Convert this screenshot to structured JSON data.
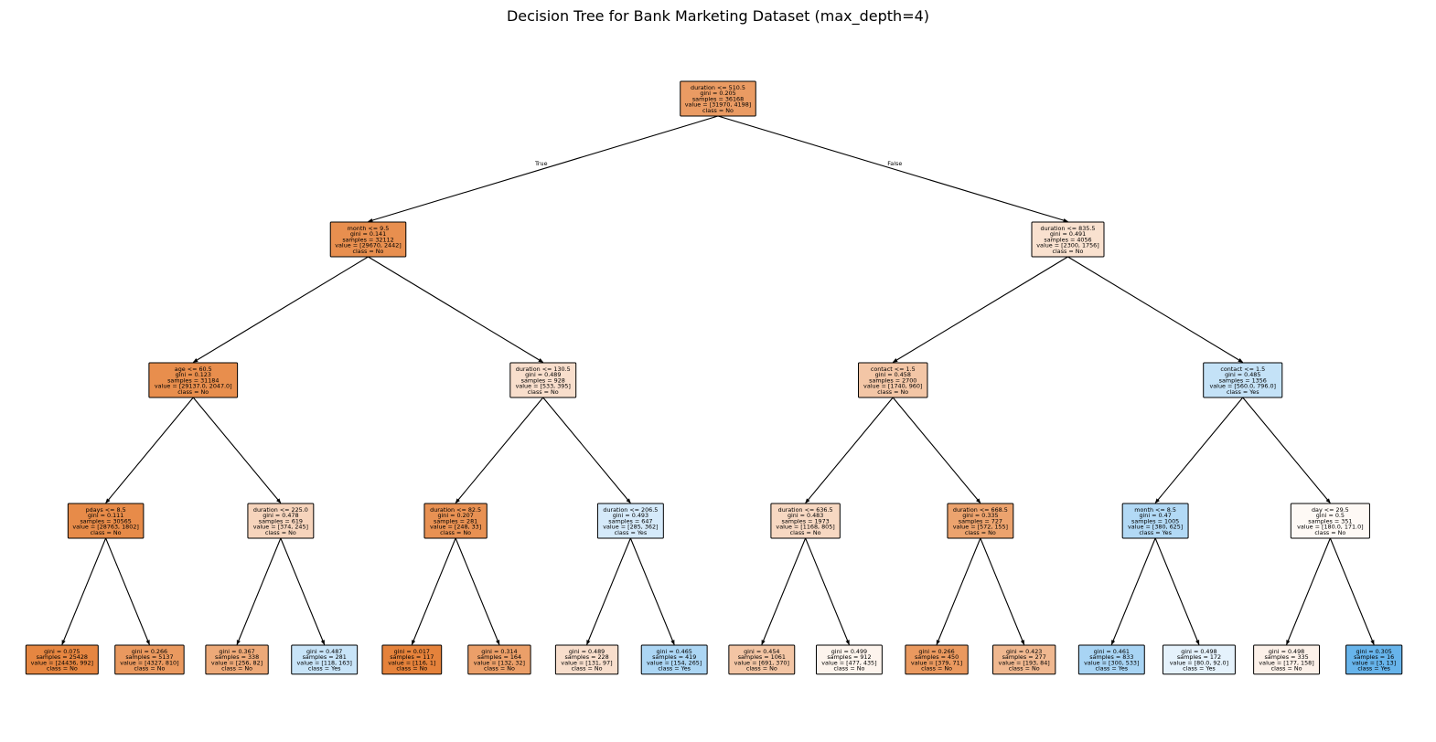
{
  "title": "Decision Tree for Bank Marketing Dataset (max_depth=4)",
  "colors": {
    "no": "#e58139",
    "yes": "#399de5"
  },
  "edge_labels": {
    "left": "True",
    "right": "False"
  },
  "tree": {
    "lines": [
      "duration <= 510.5",
      "gini = 0.205",
      "samples = 36168",
      "value = [31970, 4198]",
      "class = No"
    ],
    "class": "No",
    "purity": 0.79,
    "children": [
      {
        "lines": [
          "month <= 9.5",
          "gini = 0.141",
          "samples = 32112",
          "value = [29670, 2442]",
          "class = No"
        ],
        "class": "No",
        "purity": 0.89,
        "children": [
          {
            "lines": [
              "age <= 60.5",
              "gini = 0.123",
              "samples = 31184",
              "value = [29137.0, 2047.0]",
              "class = No"
            ],
            "class": "No",
            "purity": 0.9,
            "children": [
              {
                "lines": [
                  "pdays <= 8.5",
                  "gini = 0.111",
                  "samples = 30565",
                  "value = [28763, 1802]",
                  "class = No"
                ],
                "class": "No",
                "purity": 0.92,
                "children": [
                  {
                    "lines": [
                      "gini = 0.075",
                      "samples = 25428",
                      "value = [24436, 992]",
                      "class = No"
                    ],
                    "class": "No",
                    "purity": 0.96,
                    "children": []
                  },
                  {
                    "lines": [
                      "gini = 0.266",
                      "samples = 5137",
                      "value = [4327, 810]",
                      "class = No"
                    ],
                    "class": "No",
                    "purity": 0.81,
                    "children": []
                  }
                ]
              },
              {
                "lines": [
                  "duration <= 225.0",
                  "gini = 0.478",
                  "samples = 619",
                  "value = [374, 245]",
                  "class = No"
                ],
                "class": "No",
                "purity": 0.34,
                "children": [
                  {
                    "lines": [
                      "gini = 0.367",
                      "samples = 338",
                      "value = [256, 82]",
                      "class = No"
                    ],
                    "class": "No",
                    "purity": 0.68,
                    "children": []
                  },
                  {
                    "lines": [
                      "gini = 0.487",
                      "samples = 281",
                      "value = [118, 163]",
                      "class = Yes"
                    ],
                    "class": "Yes",
                    "purity": 0.28,
                    "children": []
                  }
                ]
              }
            ]
          },
          {
            "lines": [
              "duration <= 130.5",
              "gini = 0.489",
              "samples = 928",
              "value = [533, 395]",
              "class = No"
            ],
            "class": "No",
            "purity": 0.26,
            "children": [
              {
                "lines": [
                  "duration <= 82.5",
                  "gini = 0.207",
                  "samples = 281",
                  "value = [248, 33]",
                  "class = No"
                ],
                "class": "No",
                "purity": 0.87,
                "children": [
                  {
                    "lines": [
                      "gini = 0.017",
                      "samples = 117",
                      "value = [116, 1]",
                      "class = No"
                    ],
                    "class": "No",
                    "purity": 0.99,
                    "children": []
                  },
                  {
                    "lines": [
                      "gini = 0.314",
                      "samples = 164",
                      "value = [132, 32]",
                      "class = No"
                    ],
                    "class": "No",
                    "purity": 0.76,
                    "children": []
                  }
                ]
              },
              {
                "lines": [
                  "duration <= 206.5",
                  "gini = 0.493",
                  "samples = 647",
                  "value = [285, 362]",
                  "class = Yes"
                ],
                "class": "Yes",
                "purity": 0.21,
                "children": [
                  {
                    "lines": [
                      "gini = 0.489",
                      "samples = 228",
                      "value = [131, 97]",
                      "class = No"
                    ],
                    "class": "No",
                    "purity": 0.26,
                    "children": []
                  },
                  {
                    "lines": [
                      "gini = 0.465",
                      "samples = 419",
                      "value = [154, 265]",
                      "class = Yes"
                    ],
                    "class": "Yes",
                    "purity": 0.42,
                    "children": []
                  }
                ]
              }
            ]
          }
        ]
      },
      {
        "lines": [
          "duration <= 835.5",
          "gini = 0.491",
          "samples = 4056",
          "value = [2300, 1756]",
          "class = No"
        ],
        "class": "No",
        "purity": 0.24,
        "children": [
          {
            "lines": [
              "contact <= 1.5",
              "gini = 0.458",
              "samples = 2700",
              "value = [1740, 960]",
              "class = No"
            ],
            "class": "No",
            "purity": 0.45,
            "children": [
              {
                "lines": [
                  "duration <= 636.5",
                  "gini = 0.483",
                  "samples = 1973",
                  "value = [1168, 805]",
                  "class = No"
                ],
                "class": "No",
                "purity": 0.31,
                "children": [
                  {
                    "lines": [
                      "gini = 0.454",
                      "samples = 1061",
                      "value = [691, 370]",
                      "class = No"
                    ],
                    "class": "No",
                    "purity": 0.46,
                    "children": []
                  },
                  {
                    "lines": [
                      "gini = 0.499",
                      "samples = 912",
                      "value = [477, 435]",
                      "class = No"
                    ],
                    "class": "No",
                    "purity": 0.09,
                    "children": []
                  }
                ]
              },
              {
                "lines": [
                  "duration <= 668.5",
                  "gini = 0.335",
                  "samples = 727",
                  "value = [572, 155]",
                  "class = No"
                ],
                "class": "No",
                "purity": 0.73,
                "children": [
                  {
                    "lines": [
                      "gini = 0.266",
                      "samples = 450",
                      "value = [379, 71]",
                      "class = No"
                    ],
                    "class": "No",
                    "purity": 0.81,
                    "children": []
                  },
                  {
                    "lines": [
                      "gini = 0.423",
                      "samples = 277",
                      "value = [193, 84]",
                      "class = No"
                    ],
                    "class": "No",
                    "purity": 0.56,
                    "children": []
                  }
                ]
              }
            ]
          },
          {
            "lines": [
              "contact <= 1.5",
              "gini = 0.485",
              "samples = 1356",
              "value = [560.0, 796.0]",
              "class = Yes"
            ],
            "class": "Yes",
            "purity": 0.3,
            "children": [
              {
                "lines": [
                  "month <= 8.5",
                  "gini = 0.47",
                  "samples = 1005",
                  "value = [380, 625]",
                  "class = Yes"
                ],
                "class": "Yes",
                "purity": 0.39,
                "children": [
                  {
                    "lines": [
                      "gini = 0.461",
                      "samples = 833",
                      "value = [300, 533]",
                      "class = Yes"
                    ],
                    "class": "Yes",
                    "purity": 0.44,
                    "children": []
                  },
                  {
                    "lines": [
                      "gini = 0.498",
                      "samples = 172",
                      "value = [80.0, 92.0]",
                      "class = Yes"
                    ],
                    "class": "Yes",
                    "purity": 0.13,
                    "children": []
                  }
                ]
              },
              {
                "lines": [
                  "day <= 29.5",
                  "gini = 0.5",
                  "samples = 351",
                  "value = [180.0, 171.0]",
                  "class = No"
                ],
                "class": "No",
                "purity": 0.05,
                "children": [
                  {
                    "lines": [
                      "gini = 0.498",
                      "samples = 335",
                      "value = [177, 158]",
                      "class = No"
                    ],
                    "class": "No",
                    "purity": 0.11,
                    "children": []
                  },
                  {
                    "lines": [
                      "gini = 0.305",
                      "samples = 16",
                      "value = [3, 13]",
                      "class = Yes"
                    ],
                    "class": "Yes",
                    "purity": 0.77,
                    "children": []
                  }
                ]
              }
            ]
          }
        ]
      }
    ]
  }
}
